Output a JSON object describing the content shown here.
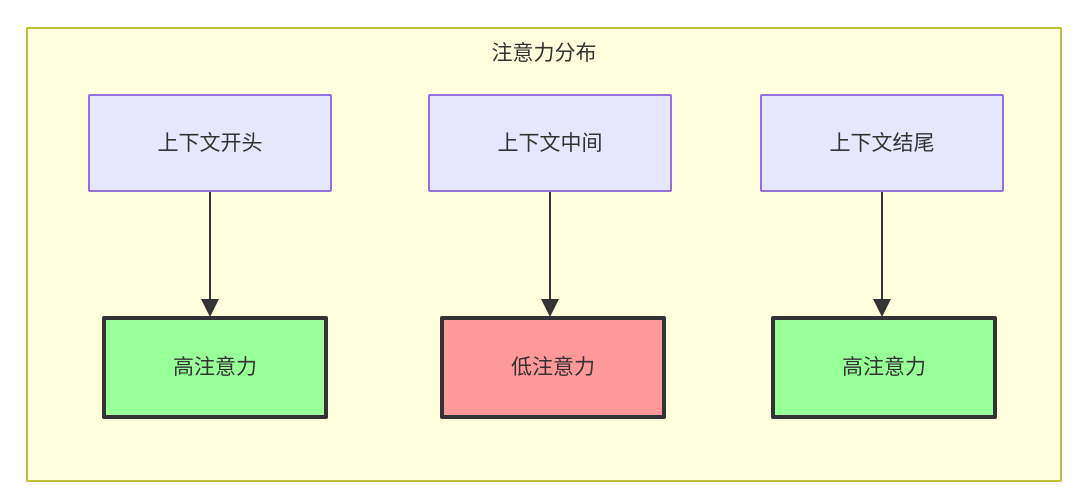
{
  "diagram": {
    "title": "注意力分布",
    "frame": {
      "fill_color": "#ffffde",
      "border_color": "#bfbf38"
    },
    "source_nodes": [
      {
        "id": "ctx-start",
        "label": "上下文开头",
        "fill_color": "#e6e6fd",
        "border_color": "#9370db"
      },
      {
        "id": "ctx-middle",
        "label": "上下文中间",
        "fill_color": "#e6e6fd",
        "border_color": "#9370db"
      },
      {
        "id": "ctx-end",
        "label": "上下文结尾",
        "fill_color": "#e6e6fd",
        "border_color": "#9370db"
      }
    ],
    "sink_nodes": [
      {
        "id": "attn-high-start",
        "label": "高注意力",
        "fill_color": "#99ff99",
        "border_color": "#333333"
      },
      {
        "id": "attn-low-middle",
        "label": "低注意力",
        "fill_color": "#ff9999",
        "border_color": "#333333"
      },
      {
        "id": "attn-high-end",
        "label": "高注意力",
        "fill_color": "#99ff99",
        "border_color": "#333333"
      }
    ],
    "edges": [
      {
        "from": "ctx-start",
        "to": "attn-high-start",
        "label": ""
      },
      {
        "from": "ctx-middle",
        "to": "attn-low-middle",
        "label": ""
      },
      {
        "from": "ctx-end",
        "to": "attn-high-end",
        "label": ""
      }
    ]
  }
}
